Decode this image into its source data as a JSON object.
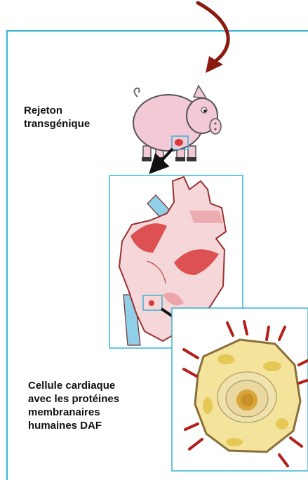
{
  "labels": {
    "offspring": [
      "Rejeton",
      "transgénique"
    ],
    "cell": [
      "Cellule cardiaque",
      "avec les protéines",
      "membranaires",
      "humaines DAF"
    ]
  },
  "colors": {
    "frame": "#3ab4d6",
    "arrow_top": "#8b1a10",
    "pig_body": "#f3c9d6",
    "heart_flesh": "#f6d7d9",
    "heart_red": "#d93a3a",
    "vessel_blue": "#8fd0e8",
    "cell_yellow": "#f4e39a",
    "cell_membrane": "#8a6f3a",
    "nucleus": "#d9a53a",
    "daf_protein": "#b3201a"
  },
  "icons": [
    "curved-arrow-icon",
    "pig-icon",
    "heart-icon",
    "cell-icon",
    "daf-protein-icon"
  ]
}
